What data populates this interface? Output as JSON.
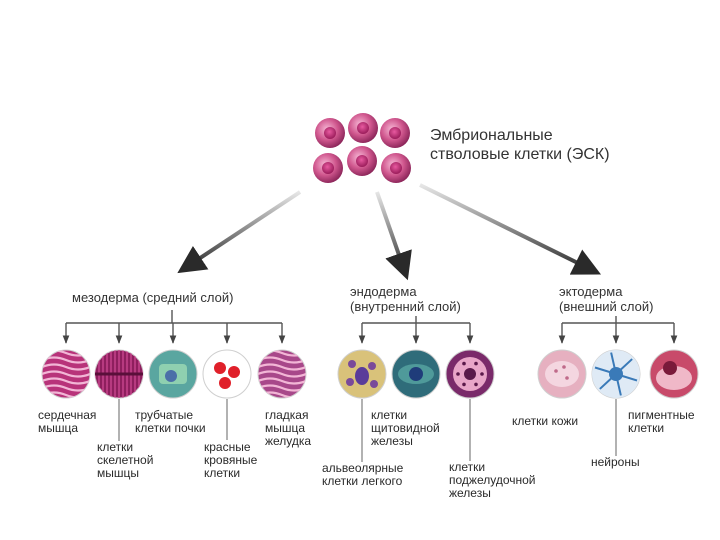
{
  "title": "Эмбриональные\nстволовые клетки (ЭСК)",
  "layers": [
    {
      "label": "мезодерма (средний слой)"
    },
    {
      "label": "эндодерма\n(внутренний слой)"
    },
    {
      "label": "эктодерма\n(внешний слой)"
    }
  ],
  "cells": [
    {
      "label": "сердечная\nмышца",
      "color": "#b8337a"
    },
    {
      "label": "клетки\nскелетной\nмышцы",
      "color": "#8e1f5e"
    },
    {
      "label": "трубчатые\nклетки почки",
      "color": "#5aa6a0"
    },
    {
      "label": "красные\nкровяные\nклетки",
      "color": "#e0202a"
    },
    {
      "label": "гладкая\nмышца\nжелудка",
      "color": "#a8488a"
    },
    {
      "label": "альвеолярные\nклетки легкого",
      "color": "#d9c27a"
    },
    {
      "label": "клетки\nщитовидной\nжелезы",
      "color": "#2f6c7a"
    },
    {
      "label": "клетки\nподжелудочной\nжелезы",
      "color": "#7a2a6a"
    },
    {
      "label": "клетки кожи",
      "color": "#e6b0c0"
    },
    {
      "label": "нейроны",
      "color": "#3a7ab8"
    },
    {
      "label": "пигментные\nклетки",
      "color": "#c84a6a"
    }
  ]
}
